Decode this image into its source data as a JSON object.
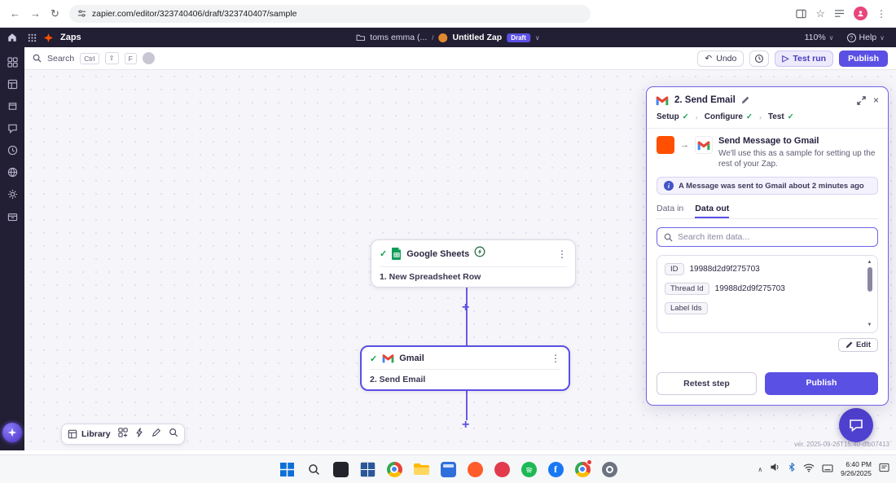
{
  "colors": {
    "accent": "#5b50e4",
    "brand_orange": "#ff4f00",
    "success_green": "#12a150",
    "dark_bar": "#221e33"
  },
  "browser": {
    "url": "zapier.com/editor/323740406/draft/323740407/sample"
  },
  "topbar": {
    "product": "Zaps",
    "folder": "toms emma (...",
    "zap_title": "Untitled Zap",
    "draft_badge": "Draft",
    "zoom": "110%",
    "help": "Help"
  },
  "toolbar": {
    "search_label": "Search",
    "keys": [
      "Ctrl",
      "⇧",
      "F"
    ],
    "undo": "Undo",
    "test_run": "Test run",
    "publish": "Publish"
  },
  "canvas": {
    "nodes": [
      {
        "app": "Google Sheets",
        "step": "1. New Spreadsheet Row"
      },
      {
        "app": "Gmail",
        "step": "2. Send Email"
      }
    ]
  },
  "dock": {
    "library": "Library"
  },
  "panel": {
    "title": "2. Send Email",
    "steps": [
      {
        "label": "Setup"
      },
      {
        "label": "Configure"
      },
      {
        "label": "Test"
      }
    ],
    "headline": "Send Message to Gmail",
    "description": "We'll use this as a sample for setting up the rest of your Zap.",
    "banner": "A Message was sent to Gmail about 2 minutes ago",
    "tab_data_in": "Data in",
    "tab_data_out": "Data out",
    "search_placeholder": "Search item data...",
    "rows": [
      {
        "key": "ID",
        "value": "19988d2d9f275703"
      },
      {
        "key": "Thread Id",
        "value": "19988d2d9f275703"
      },
      {
        "key": "Label Ids",
        "value": ""
      }
    ],
    "edit_label": "Edit",
    "retest_label": "Retest step",
    "publish_label": "Publish"
  },
  "version": "ver. 2025-09-26T15:40-dfb07413",
  "taskbar": {
    "time": "6:40 PM",
    "date": "9/26/2025"
  }
}
